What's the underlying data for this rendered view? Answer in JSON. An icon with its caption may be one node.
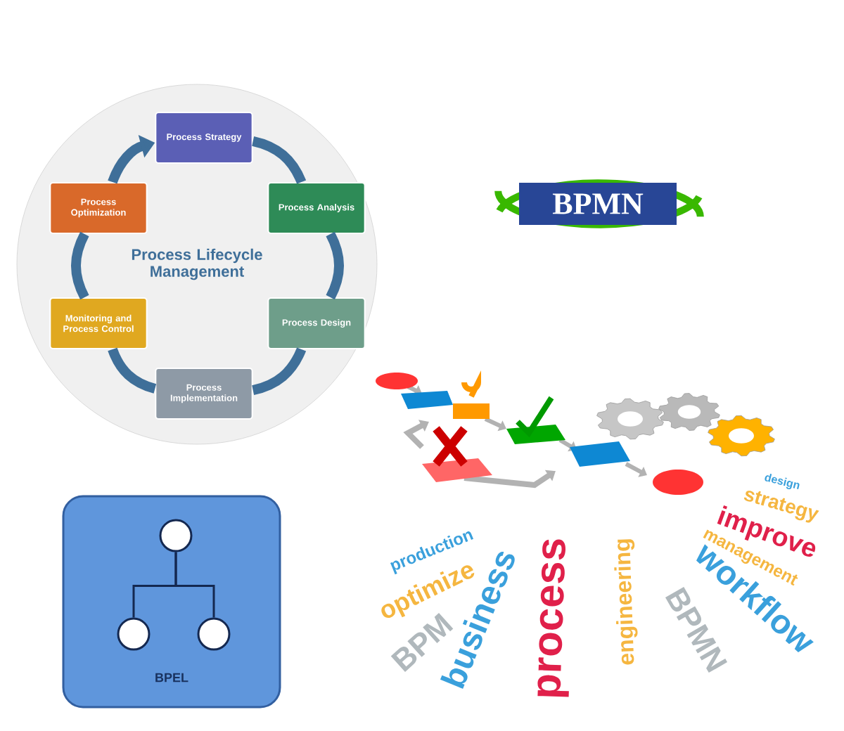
{
  "diagram": {
    "nodes": [
      {
        "text": [
          "Process Lifecycle Management"
        ]
      },
      {
        "text": [
          "Process Strategy"
        ],
        "in": 0
      },
      {
        "text": [
          "Process Analysis"
        ],
        "in": 0
      },
      {
        "text": [
          "Process Design"
        ],
        "in": 0
      },
      {
        "text": [
          "Process Implementation"
        ],
        "in": 0
      },
      {
        "text": [
          "Monitoring and Process Control"
        ],
        "in": 0
      },
      {
        "text": [
          "Process Optimization"
        ],
        "in": 0
      },
      {
        "text": [
          "BPMN"
        ]
      },
      {
        "text": [
          "BPEL"
        ]
      },
      {
        "text": [],
        "shape": "circle",
        "in": 8
      },
      {
        "text": [],
        "shape": "circle",
        "in": 8
      },
      {
        "text": [],
        "shape": "circle",
        "in": 8
      }
    ],
    "edges": [
      {
        "from": 1,
        "to": 2,
        "arrow": "none"
      },
      {
        "from": 2,
        "to": 3,
        "arrow": "none"
      },
      {
        "from": 3,
        "to": 4,
        "arrow": "none"
      },
      {
        "from": 4,
        "to": 5,
        "arrow": "none"
      },
      {
        "from": 5,
        "to": 6,
        "arrow": "none"
      },
      {
        "from": 6,
        "to": 1,
        "arrow": "to"
      },
      {
        "from": 9,
        "to": 10,
        "arrow": "none"
      },
      {
        "from": 9,
        "to": 11,
        "arrow": "none"
      }
    ],
    "labels": [
      "design",
      "strategy",
      "improve",
      "management",
      "production",
      "optimize",
      "workflow",
      "BPM",
      "business",
      "process",
      "engineering",
      "BPMN"
    ]
  }
}
